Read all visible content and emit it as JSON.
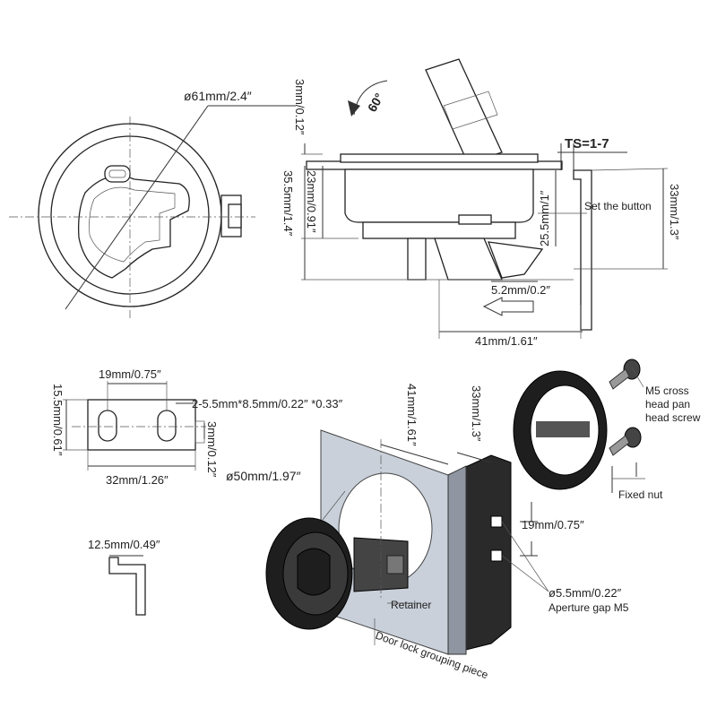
{
  "labels": {
    "diameter_61": "ø61mm/2.4″",
    "d_3mm_top": "3mm/0.12″",
    "angle_60": "60°",
    "ts": "TS=1-7",
    "d_23mm": "23mm/0.91″",
    "d_35_5mm": "35.5mm/1.4″",
    "d_25_5mm": "25.5mm/1″",
    "set_button": "Set the button",
    "d_33mm_right": "33mm/1.3″",
    "d_5_2mm": "5.2mm/0.2″",
    "d_41mm_bottom": "41mm/1.61″",
    "d_19mm_left": "19mm/0.75″",
    "d_15_5mm": "15.5mm/0.61″",
    "slot_size": "2-5.5mm*8.5mm/0.22″ *0.33″",
    "d_3mm_slot": "3mm/0.12″",
    "d_32mm": "32mm/1.26″",
    "d_12_5mm": "12.5mm/0.49″",
    "d_41mm_vert": "41mm/1.61″",
    "d_33mm_vert": "33mm/1.3″",
    "d_50mm": "ø50mm/1.97″",
    "screw_line1": "M5 cross",
    "screw_line2": "head pan",
    "screw_line3": "head screw",
    "fixed_nut": "Fixed nut",
    "d_19mm_right": "19mm/0.75″",
    "d_5_5mm": "ø5.5mm/0.22″",
    "aperture": "Aperture gap M5",
    "retainer": "Retainer",
    "door_lock": "Door lock grouping piece"
  }
}
